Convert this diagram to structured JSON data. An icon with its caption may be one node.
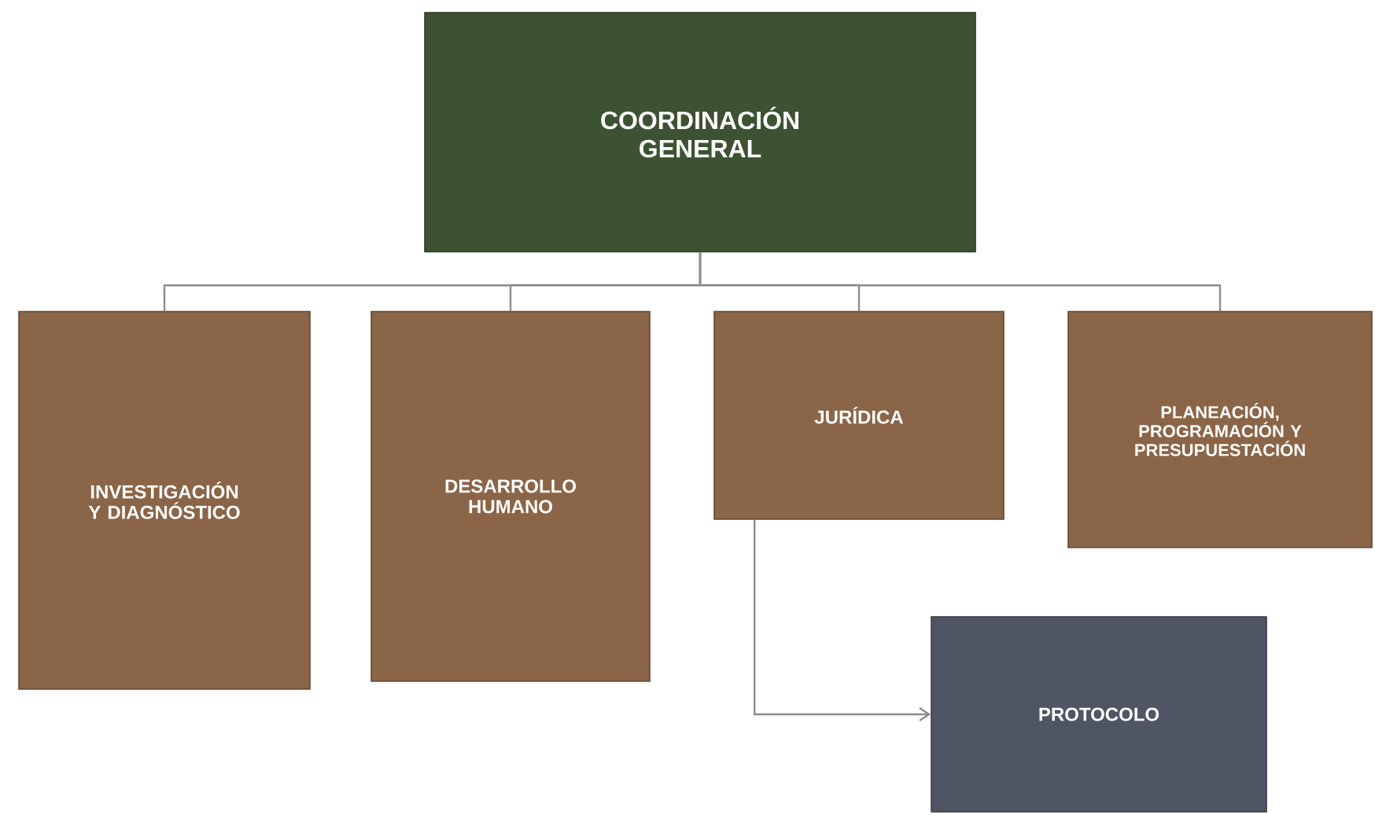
{
  "diagram": {
    "nodes": [
      {
        "text": [
          "COORDINACIÓN GENERAL"
        ]
      },
      {
        "text": [
          "INVESTIGACIÓN Y DIAGNÓSTICO"
        ]
      },
      {
        "text": [
          "DESARROLLO HUMANO"
        ]
      },
      {
        "text": [
          "JURÍDICA"
        ]
      },
      {
        "text": [
          "PLANEACIÓN, PROGRAMACIÓN Y PRESUPUESTACIÓN"
        ]
      },
      {
        "text": [
          "PROTOCOLO"
        ]
      }
    ],
    "edges": [
      {
        "from": 0,
        "to": 1,
        "arrow": "none"
      },
      {
        "from": 0,
        "to": 2,
        "arrow": "none"
      },
      {
        "from": 0,
        "to": 3,
        "arrow": "none"
      },
      {
        "from": 0,
        "to": 4,
        "arrow": "none"
      },
      {
        "from": 3,
        "to": 5,
        "arrow": "to"
      }
    ]
  }
}
